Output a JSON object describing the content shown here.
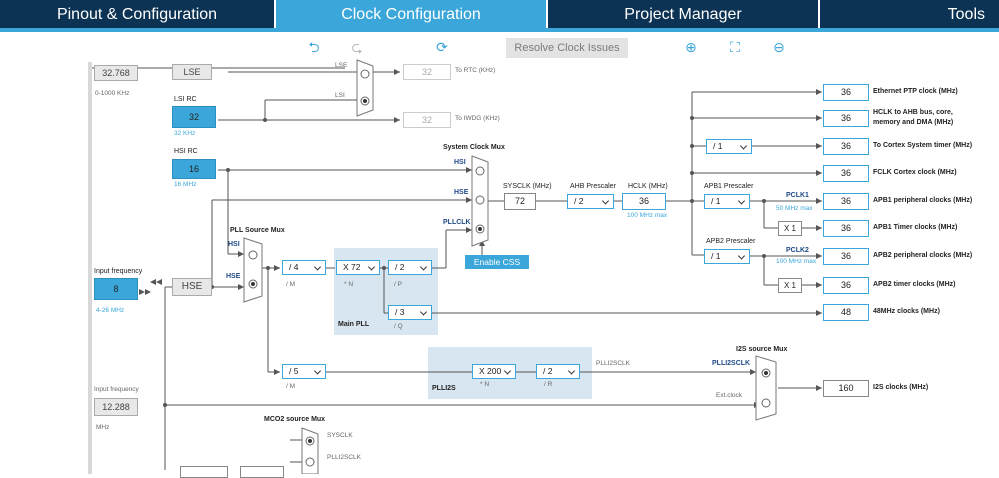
{
  "tabs": [
    {
      "label": "Pinout & Configuration"
    },
    {
      "label": "Clock Configuration"
    },
    {
      "label": "Project Manager"
    },
    {
      "label": "Tools"
    }
  ],
  "toolbar": {
    "resolve_label": "Resolve Clock Issues"
  },
  "sources": {
    "lse_freq": "32.768",
    "lse_range": "0-1000 KHz",
    "lse_label": "LSE",
    "lsi_title": "LSI RC",
    "lsi_value": "32",
    "lsi_unit": "32 KHz",
    "hsi_title": "HSI RC",
    "hsi_value": "16",
    "hsi_unit": "16 MHz",
    "input_freq_label": "Input frequency",
    "hse_input": "8",
    "hse_range": "4-26 MHz",
    "hse_label": "HSE",
    "i2s_input_label": "Input frequency",
    "i2s_input": "12.288",
    "i2s_unit": "MHz"
  },
  "rtc": {
    "lse_tag": "LSE",
    "lsi_tag": "LSI",
    "rtc_value": "32",
    "rtc_label": "To RTC (KHz)",
    "iwdg_value": "32",
    "iwdg_label": "To IWDG (KHz)"
  },
  "pll": {
    "mux_title": "PLL Source Mux",
    "hsi_tag": "HSI",
    "hse_tag": "HSE",
    "m_value": "/ 4",
    "m_label": "/ M",
    "n_value": "X 72",
    "n_label": "* N",
    "p_value": "/ 2",
    "p_label": "/ P",
    "q_value": "/ 3",
    "q_label": "/ Q",
    "main_label": "Main PLL"
  },
  "sysclk": {
    "mux_title": "System Clock Mux",
    "hsi_tag": "HSI",
    "hse_tag": "HSE",
    "pll_tag": "PLLCLK",
    "sysclk_label": "SYSCLK (MHz)",
    "sysclk_value": "72",
    "ahb_label": "AHB Prescaler",
    "ahb_value": "/ 2",
    "hclk_label": "HCLK (MHz)",
    "hclk_value": "36",
    "hclk_max": "100 MHz max",
    "enable_css": "Enable CSS"
  },
  "bus": {
    "apb1_label": "APB1 Prescaler",
    "apb1_value": "/ 1",
    "pclk1_label": "PCLK1",
    "pclk1_max": "50 MHz max",
    "apb2_label": "APB2 Prescaler",
    "apb2_value": "/ 1",
    "pclk2_label": "PCLK2",
    "pclk2_max": "100 MHz max",
    "cortex_div": "/ 1",
    "x1_a": "X 1",
    "x1_b": "X 1"
  },
  "outputs": [
    {
      "value": "36",
      "label": "Ethernet PTP clock (MHz)"
    },
    {
      "value": "36",
      "label": "HCLK to AHB bus, core,",
      "label2": "memory and DMA (MHz)"
    },
    {
      "value": "36",
      "label": "To Cortex System timer (MHz)"
    },
    {
      "value": "36",
      "label": "FCLK Cortex clock (MHz)"
    },
    {
      "value": "36",
      "label": "APB1 peripheral clocks (MHz)"
    },
    {
      "value": "36",
      "label": "APB1 Timer clocks (MHz)"
    },
    {
      "value": "36",
      "label": "APB2 peripheral clocks (MHz)"
    },
    {
      "value": "36",
      "label": "APB2 timer clocks (MHz)"
    },
    {
      "value": "48",
      "label": "48MHz clocks (MHz)"
    }
  ],
  "plli2s": {
    "m_value": "/ 5",
    "m_label": "/ M",
    "n_value": "X 200",
    "n_label": "* N",
    "r_value": "/ 2",
    "r_label": "/ R",
    "label": "PLLI2S",
    "clk_tag": "PLLI2SCLK",
    "mux_title": "I2S source Mux",
    "mux_tag": "PLLI2SCLK",
    "ext_tag": "Ext.clock",
    "out_value": "160",
    "out_label": "I2S clocks (MHz)"
  },
  "mco2": {
    "title": "MCO2 source Mux",
    "sysclk_tag": "SYSCLK",
    "plli2s_tag": "PLLI2SCLK"
  },
  "colors": {
    "accent": "#3aa6d9",
    "nav_dark": "#0d3354",
    "pll_shade": "#d8e6f1"
  }
}
